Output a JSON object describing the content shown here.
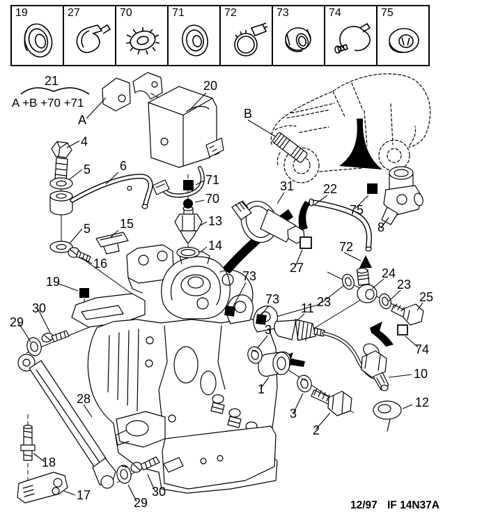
{
  "document": {
    "type": "exploded-parts-diagram",
    "footer": {
      "date": "12/97",
      "plate_code": "IF 14N37A"
    }
  },
  "thumbnail_strip": {
    "boxes": [
      {
        "number": "19",
        "part_name": "grommet-seal"
      },
      {
        "number": "27",
        "part_name": "p-clip"
      },
      {
        "number": "70",
        "part_name": "toothed-lock-washer"
      },
      {
        "number": "71",
        "part_name": "grommet-seal"
      },
      {
        "number": "72",
        "part_name": "worm-drive-hose-clamp"
      },
      {
        "number": "73",
        "part_name": "nut"
      },
      {
        "number": "74",
        "part_name": "screw-band-clamp"
      },
      {
        "number": "75",
        "part_name": "flanged-grommet"
      }
    ]
  },
  "assembly_note": {
    "group_number": "21",
    "formula": "A +B +70 +71"
  },
  "callouts": [
    {
      "label": "20"
    },
    {
      "label": "A"
    },
    {
      "label": "B"
    },
    {
      "label": "4"
    },
    {
      "label": "5"
    },
    {
      "label": "6"
    },
    {
      "label": "5"
    },
    {
      "label": "15"
    },
    {
      "label": "16"
    },
    {
      "label": "71"
    },
    {
      "label": "70"
    },
    {
      "label": "13"
    },
    {
      "label": "14"
    },
    {
      "label": "31"
    },
    {
      "label": "22"
    },
    {
      "label": "75"
    },
    {
      "label": "8"
    },
    {
      "label": "72"
    },
    {
      "label": "27"
    },
    {
      "label": "24"
    },
    {
      "label": "23"
    },
    {
      "label": "23"
    },
    {
      "label": "25"
    },
    {
      "label": "11"
    },
    {
      "label": "73"
    },
    {
      "label": "73"
    },
    {
      "label": "3"
    },
    {
      "label": "1"
    },
    {
      "label": "3"
    },
    {
      "label": "2"
    },
    {
      "label": "10"
    },
    {
      "label": "74"
    },
    {
      "label": "12"
    },
    {
      "label": "19"
    },
    {
      "label": "30"
    },
    {
      "label": "29"
    },
    {
      "label": "28"
    },
    {
      "label": "18"
    },
    {
      "label": "17"
    },
    {
      "label": "29"
    },
    {
      "label": "30"
    }
  ],
  "location_markers": [
    {
      "shape": "filled-square",
      "ref": "19"
    },
    {
      "shape": "filled-square",
      "ref": "71"
    },
    {
      "shape": "filled-circle",
      "ref": "70"
    },
    {
      "shape": "filled-square",
      "ref": "75"
    },
    {
      "shape": "filled-triangle",
      "ref": "72"
    },
    {
      "shape": "open-square",
      "ref": "27"
    },
    {
      "shape": "open-square",
      "ref": "74"
    },
    {
      "shape": "filled-square",
      "ref": "73"
    },
    {
      "shape": "filled-square",
      "ref": "73"
    }
  ],
  "colors": {
    "line": "#000000",
    "background": "#ffffff"
  }
}
